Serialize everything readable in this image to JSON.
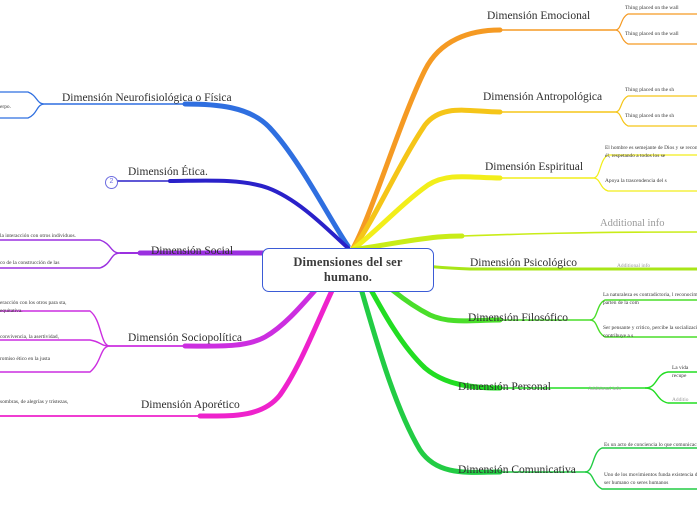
{
  "central": {
    "label": "Dimensiones del ser humano.",
    "border_color": "#3b5bd6"
  },
  "branches_right": [
    {
      "label": "Dimensión Emocional",
      "color": "#f59a23",
      "children": [
        {
          "text": "Thing placed on the wall"
        },
        {
          "text": "Thing placed on the wall"
        }
      ]
    },
    {
      "label": "Dimensión Antropológica",
      "color": "#f5c518",
      "children": [
        {
          "text": "Thing placed on the sh"
        },
        {
          "text": "Thing placed on the sh"
        }
      ]
    },
    {
      "label": "Dimensión Espiritual",
      "color": "#f2ee1a",
      "children": [
        {
          "text": "El hombre es semejante de Dios y se reconoce en él, respetando a todos los se"
        },
        {
          "text": "Apoya la trascendencia del s"
        }
      ]
    },
    {
      "label": "Dimensión Psicológico",
      "color": "#a8e618",
      "additional_top": "Additional info",
      "children": [
        {
          "text": "Additional info"
        }
      ]
    },
    {
      "label": "Dimensión Filosófico",
      "color": "#4ade2a",
      "children": [
        {
          "text": "La naturaleza es contradictoria, l reconocimiento parten de la com"
        },
        {
          "text": "Ser pensante y critico, percibe la socialización que contribuye a s"
        }
      ]
    },
    {
      "label": "Dimensión Personal",
      "color": "#22dd22",
      "mid_label": "Additional info",
      "children": [
        {
          "text": "La vida recupe"
        },
        {
          "text": "Additio"
        }
      ]
    },
    {
      "label": "Dimensión Comunicativa",
      "color": "#22cc44",
      "children": [
        {
          "text": "Es un acto de conciencia lo que comunicación."
        },
        {
          "text": "Uno de los movimientos funda existencia de un ser humano co seres humanos"
        }
      ]
    }
  ],
  "branches_left": [
    {
      "label": "Dimensión Neurofisiológica o Física",
      "color": "#2f6fe0",
      "children": [
        {
          "text": "erpo."
        }
      ]
    },
    {
      "label": "Dimensión Ética.",
      "color": "#2a21c9",
      "badge": "2",
      "children": []
    },
    {
      "label": "Dimensión Social",
      "color": "#9b30e0",
      "children": [
        {
          "text": "la interacción con otros individuos."
        },
        {
          "text": "co de la construcción de las"
        }
      ]
    },
    {
      "label": "Dimensión Sociopolítica",
      "color": "#cc2ee0",
      "children": [
        {
          "text": "eracción con los otros para sta, equitativa."
        },
        {
          "text": "convivencia, la asertividad,"
        },
        {
          "text": "romiso ético en la justa"
        }
      ]
    },
    {
      "label": "Dimensión Aporético",
      "color": "#ee22cc",
      "children": [
        {
          "text": "sombras, de alegrías y tristezas,"
        }
      ]
    }
  ]
}
